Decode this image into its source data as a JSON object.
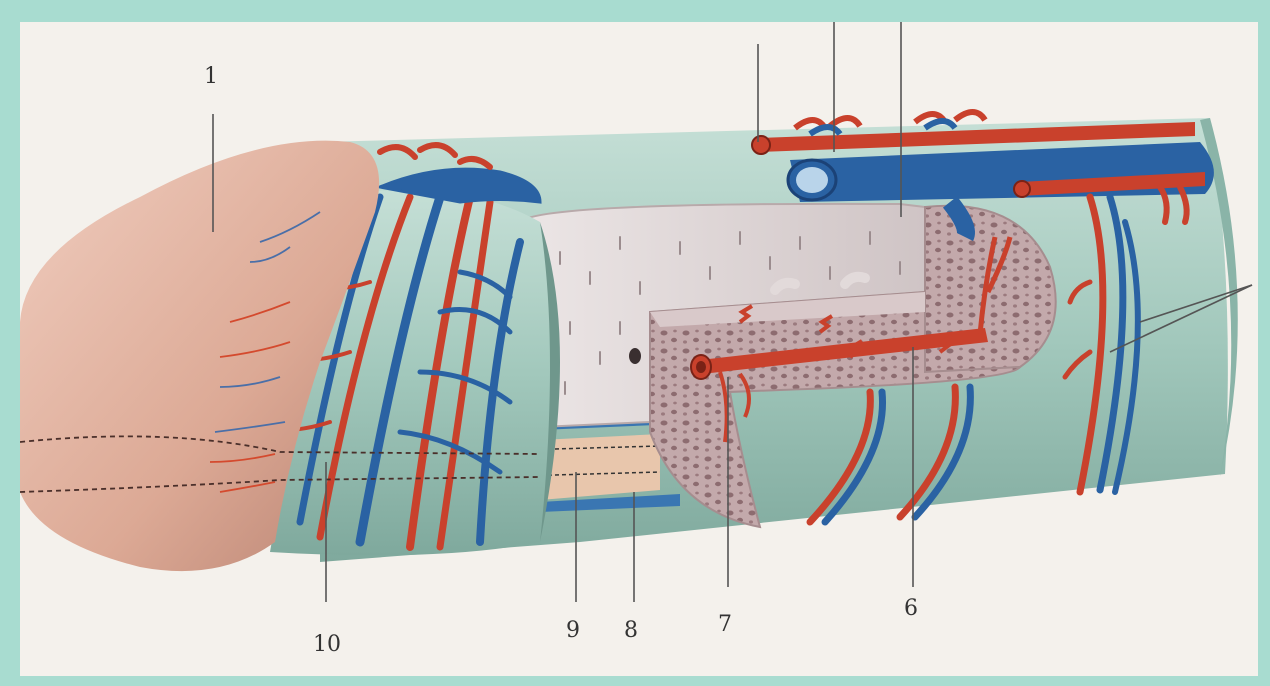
{
  "labels": {
    "l1": "1",
    "l6": "6",
    "l7": "7",
    "l8": "8",
    "l9": "9",
    "l10": "10"
  },
  "colors": {
    "frame_border": "#a8dcd0",
    "background": "#f4f1ec",
    "glans": "#e4b3a0",
    "shaft_fascia": "#a5cbbf",
    "tunica": "#d8cccc",
    "spongy_tissue": "#b79b9d",
    "artery": "#c9412c",
    "vein": "#2a62a3",
    "urethra": "#e8c6ac"
  }
}
